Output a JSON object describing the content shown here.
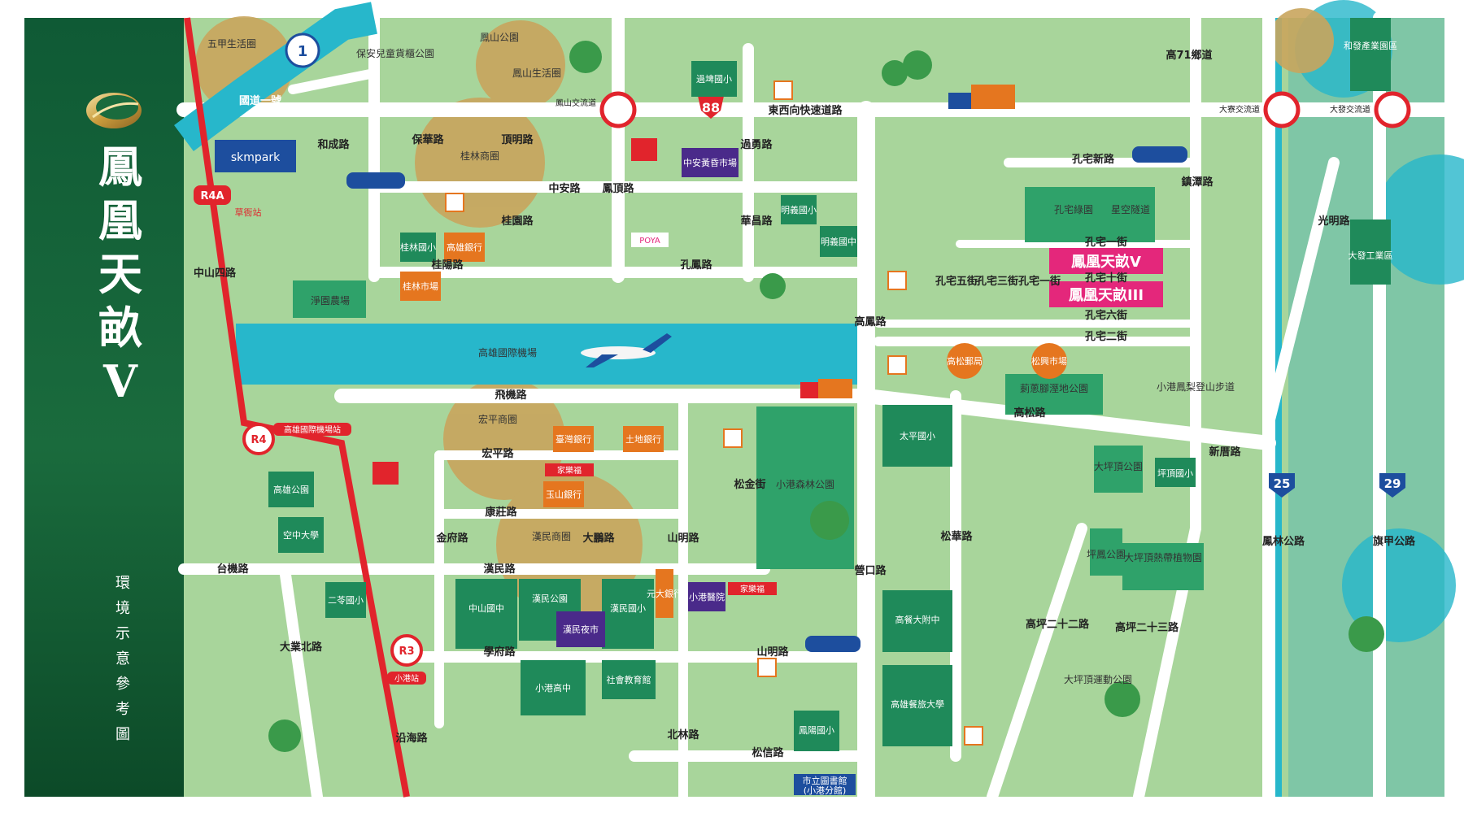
{
  "brand": {
    "title_chars": [
      "鳳",
      "凰",
      "天",
      "畝",
      "V"
    ],
    "note_chars": [
      "環",
      "境",
      "示",
      "意",
      "參",
      "考",
      "圖"
    ]
  },
  "colors": {
    "grass": "#a8d59b",
    "road": "#ffffff",
    "metro": "#e1242c",
    "airport": "#27b7cb",
    "zone_yellow": "#c9a55d",
    "school": "#1f8a5a",
    "public": "#e5761f",
    "project": "#e4277b",
    "brand": "#1a6b3d"
  },
  "highways": {
    "h1_sign": "1",
    "h1_label": "國道一號",
    "h88_sign": "88",
    "h88_label": "東西向快速道路",
    "h25_sign": "25",
    "h25_label": "鳳林公路",
    "h29_sign": "29",
    "h29_label": "旗甲公路"
  },
  "interchanges": [
    {
      "name": "鳳山交流道"
    },
    {
      "name": "大寮交流道"
    },
    {
      "name": "大發交流道"
    }
  ],
  "metro_stations": {
    "r4a": {
      "code": "R4A",
      "name": "草衙站"
    },
    "r4": {
      "code": "R4",
      "name": "高雄國際機場站"
    },
    "r3": {
      "code": "R3",
      "name": "小港站"
    }
  },
  "roads": {
    "zhongshan4": "中山四路",
    "hecheng": "和成路",
    "baohua": "保華路",
    "dingming": "頂明路",
    "fengding": "鳳頂路",
    "guoyong": "過勇路",
    "zhongan": "中安路",
    "guiyuan": "桂園路",
    "huachang": "華昌路",
    "guiyang": "桂陽路",
    "kongfeng": "孔鳳路",
    "gaofeng": "高鳳路",
    "airport_rd": "飛機路",
    "hongping": "宏平路",
    "kangzhuang": "康莊路",
    "jinfu": "金府路",
    "dapeng": "大鵬路",
    "shanming": "山明路",
    "songjin": "松金街",
    "hanmin": "漢民路",
    "taiji": "台機路",
    "daye_n": "大業北路",
    "xuefu": "學府路",
    "shanming2": "山明路",
    "beilin": "北林路",
    "songxin": "松信路",
    "yanhai": "沿海路",
    "yingkou": "營口路",
    "songhua": "松華路",
    "gaosong": "高松路",
    "xincuo": "新厝路",
    "gaoping22": "高坪二十二路",
    "gaoping23": "高坪二十三路",
    "kongzhaixin": "孔宅新路",
    "zhentan": "鎮潭路",
    "gao71": "高71鄉道",
    "kz1": "孔宅一街",
    "kz10": "孔宅十街",
    "kz6": "孔宅六街",
    "kz2": "孔宅二街",
    "kz5": "孔宅五街",
    "kz3": "孔宅三街",
    "kz1b": "孔宅一街",
    "guangming": "光明路"
  },
  "zones": {
    "wujia": "五甲生活圈",
    "fengshan_life": "鳳山生活圈",
    "guilin_biz": "桂林商圈",
    "hongping_biz": "宏平商圈",
    "hanmin_biz": "漢民商圈"
  },
  "parks": {
    "baoan": "保安兒童貨櫃公園",
    "fengshan_park": "鳳山公園",
    "jingyuan_farm": "淨園農場",
    "kaohsiung_park": "高雄公園",
    "xiaogang_forest": "小港森林公園",
    "hanmin_park": "漢民公園",
    "lixun_wetland": "莿蔥腳溼地公園",
    "xiaogang_fengli": "小港鳳梨登山步道",
    "kongzhai_green": "孔宅綠園",
    "xingkong": "星空隧道",
    "daping_park": "大坪頂公園",
    "daping_tropical": "大坪頂熱帶植物園",
    "daping_sports": "大坪頂運動公園",
    "gaoping_park": "坪鳳公園"
  },
  "airport": {
    "name": "高雄國際機場"
  },
  "schools": {
    "guoshan": "過埤國小",
    "zhongan_market": "中安黃昏市場",
    "mingyi_primary": "明義國小",
    "mingyi_junior": "明義國中",
    "guilin_primary": "桂林國小",
    "kaohsiung_bank": "高雄銀行",
    "guilin_market": "桂林市場",
    "taiwan_bank": "臺灣銀行",
    "land_bank": "土地銀行",
    "yushan_bank": "玉山銀行",
    "yuanta_bank": "元大銀行",
    "kongkong_univ": "空中大學",
    "erling": "二苓國小",
    "zhongshan_junior": "中山國中",
    "hanmin_night": "漢民夜市",
    "hanmin_primary": "漢民國小",
    "xiaogang_hospital": "小港醫院",
    "xiaogang_high": "小港高中",
    "social_edu": "社會教育館",
    "taiping_primary": "太平國小",
    "kaohsiung_catering_affil": "高餐大附中",
    "kaohsiung_catering_univ": "高雄餐旅大學",
    "fengyang_primary": "鳳陽國小",
    "library": "市立圖書館",
    "library_sub": "(小港分館)",
    "gaosong_post": "高松郵局",
    "songxing_market": "松興市場",
    "pingding_primary": "坪頂國小"
  },
  "projects": {
    "p5": "鳳凰天畝V",
    "p3": "鳳凰天畝III"
  },
  "industrial": {
    "hefa": "和發產業園區",
    "dafa": "大發工業區"
  },
  "brands": {
    "skm": "skmpark",
    "poya": "POYA",
    "carrefour": "家樂福"
  }
}
